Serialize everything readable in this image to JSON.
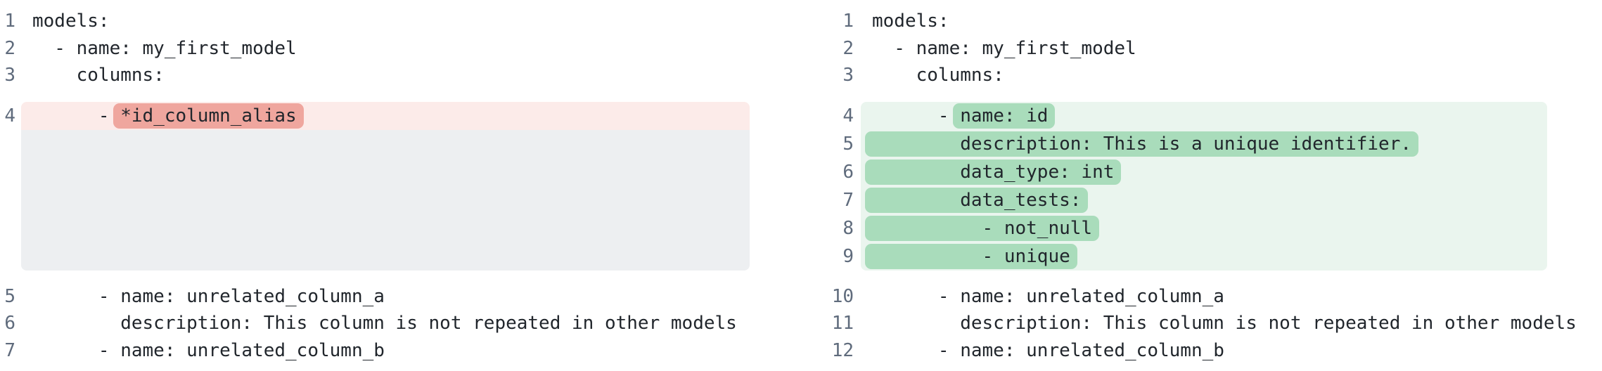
{
  "colors": {
    "background": "#ffffff",
    "code_text": "#21262c",
    "line_number": "#5f6b7c",
    "removed_line_bg": "#fcebe9",
    "removed_word_bg": "#efa69e",
    "collapsed_placeholder_bg": "#edeff1",
    "added_line_bg": "#eaf5ee",
    "added_word_bg": "#a9dcbb"
  },
  "left_panel": {
    "lines_before": [
      {
        "num": "1",
        "text": "models:"
      },
      {
        "num": "2",
        "text": "  - name: my_first_model"
      },
      {
        "num": "3",
        "text": "    columns:"
      }
    ],
    "removed_block": {
      "line": {
        "num": "4",
        "prefix": "      - ",
        "highlight": "*id_column_alias"
      }
    },
    "lines_after": [
      {
        "num": "5",
        "text": "      - name: unrelated_column_a"
      },
      {
        "num": "6",
        "text": "        description: This column is not repeated in other models"
      },
      {
        "num": "7",
        "text": "      - name: unrelated_column_b"
      }
    ]
  },
  "right_panel": {
    "lines_before": [
      {
        "num": "1",
        "text": "models:"
      },
      {
        "num": "2",
        "text": "  - name: my_first_model"
      },
      {
        "num": "3",
        "text": "    columns:"
      }
    ],
    "added_block": {
      "lines": [
        {
          "num": "4",
          "prefix": "      - ",
          "highlight": "name: id"
        },
        {
          "num": "5",
          "prefix": "",
          "highlight": "        description: This is a unique identifier."
        },
        {
          "num": "6",
          "prefix": "",
          "highlight": "        data_type: int"
        },
        {
          "num": "7",
          "prefix": "",
          "highlight": "        data_tests:"
        },
        {
          "num": "8",
          "prefix": "",
          "highlight": "          - not_null"
        },
        {
          "num": "9",
          "prefix": "",
          "highlight": "          - unique"
        }
      ]
    },
    "lines_after": [
      {
        "num": "10",
        "text": "      - name: unrelated_column_a"
      },
      {
        "num": "11",
        "text": "        description: This column is not repeated in other models"
      },
      {
        "num": "12",
        "text": "      - name: unrelated_column_b"
      }
    ]
  }
}
